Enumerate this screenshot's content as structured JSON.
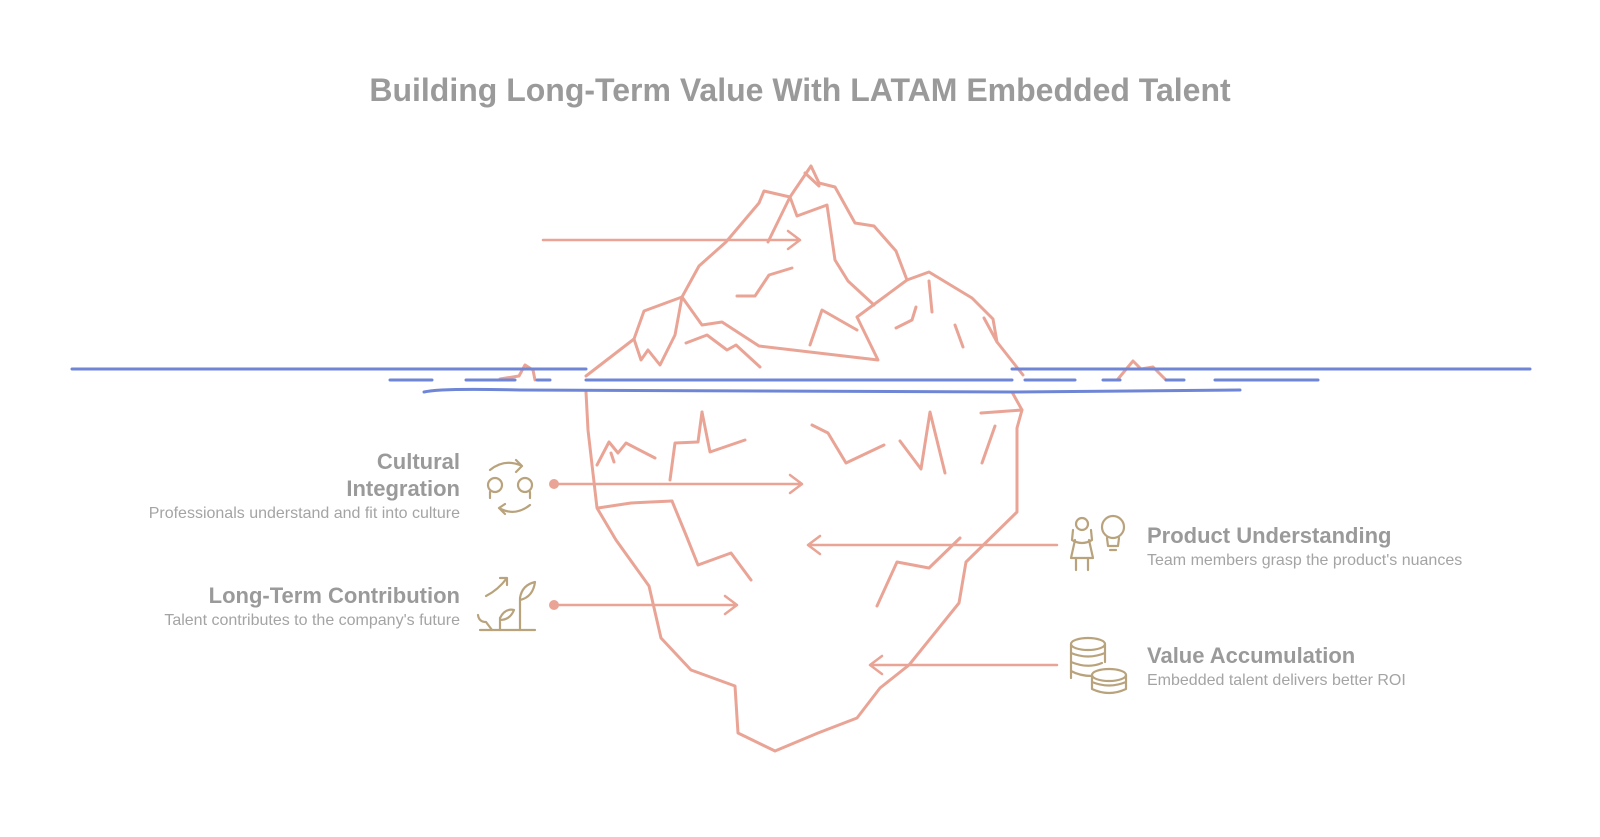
{
  "title": "Building Long-Term Value With LATAM Embedded Talent",
  "colors": {
    "ice": "#e9a496",
    "water": "#6f86d6",
    "icon": "#b9a37c",
    "text_heading": "#9a9a9a",
    "text_body": "#a4a4a4"
  },
  "items": [
    {
      "heading": "Cultural Integration",
      "heading_line1": "Cultural",
      "heading_line2": "Integration",
      "description": "Professionals understand and fit into culture",
      "icon": "cultural-exchange-icon",
      "side": "left"
    },
    {
      "heading": "Long-Term Contribution",
      "description": "Talent contributes to the company's future",
      "icon": "growth-plant-icon",
      "side": "left"
    },
    {
      "heading": "Product Understanding",
      "description": "Team members grasp the product's nuances",
      "icon": "person-lightbulb-icon",
      "side": "right"
    },
    {
      "heading": "Value Accumulation",
      "description": "Embedded talent delivers better ROI",
      "icon": "coin-stack-icon",
      "side": "right"
    }
  ]
}
